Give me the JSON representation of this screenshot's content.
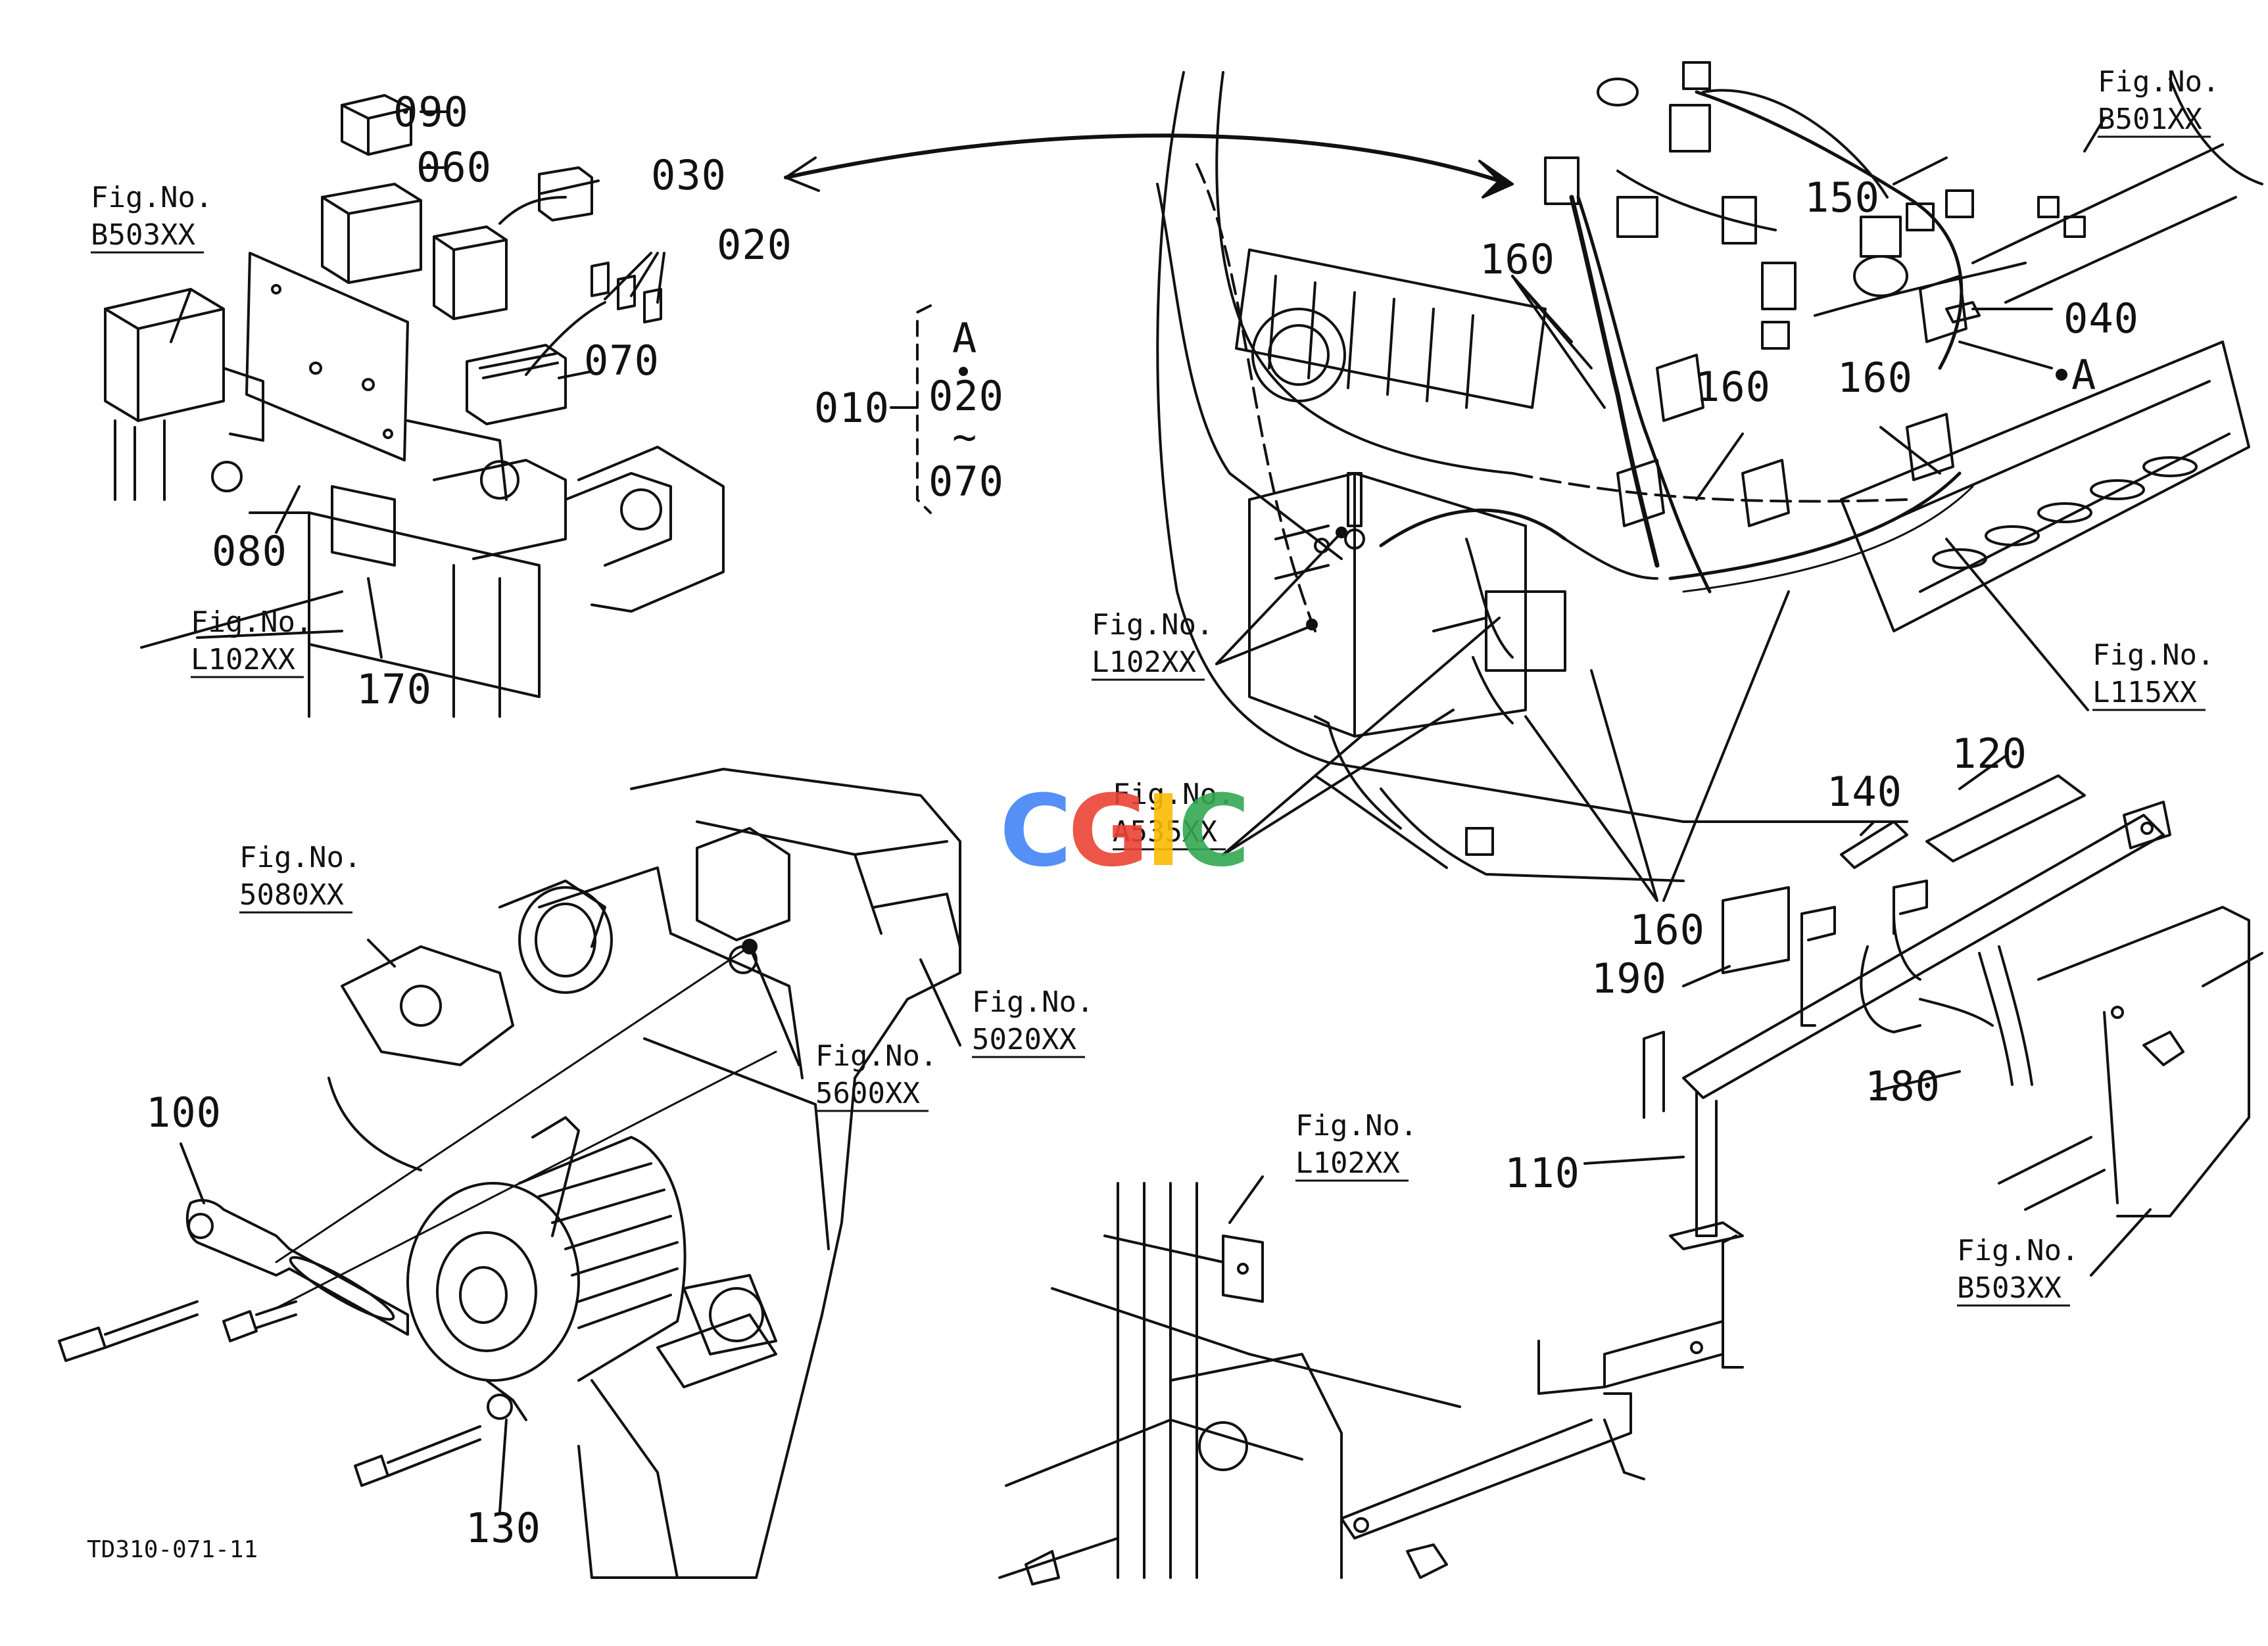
{
  "diagram_code": "TD310-071-11",
  "watermark": {
    "text": "CGIC",
    "colors": [
      "#4285F4",
      "#EA4335",
      "#FBBC05",
      "#34A853"
    ]
  },
  "callouts": {
    "c010": "010",
    "c020": "020",
    "c030": "030",
    "c040": "040",
    "c060": "060",
    "c070": "070",
    "c080": "080",
    "c090": "090",
    "c100": "100",
    "c110": "110",
    "c120": "120",
    "c130": "130",
    "c140": "140",
    "c150": "150",
    "c160_a": "160",
    "c160_b": "160",
    "c160_c": "160",
    "c160_d": "160",
    "c170": "170",
    "c180": "180",
    "c190": "190"
  },
  "group_010": {
    "top": "A",
    "mid": "020",
    "tilde": "~",
    "bottom": "070"
  },
  "marker_a": "A",
  "figure_refs": {
    "fig_label": "Fig.No.",
    "b503_top": "B503XX",
    "b501": "B501XX",
    "l102_left": "L102XX",
    "l102_center": "L102XX",
    "l115": "L115XX",
    "a535": "A535XX",
    "f5080": "5080XX",
    "f5020": "5020XX",
    "f5600": "5600XX",
    "l102_bottom": "L102XX",
    "b503_bottom": "B503XX"
  },
  "colors": {
    "ink": "#111111",
    "paper": "#ffffff"
  }
}
